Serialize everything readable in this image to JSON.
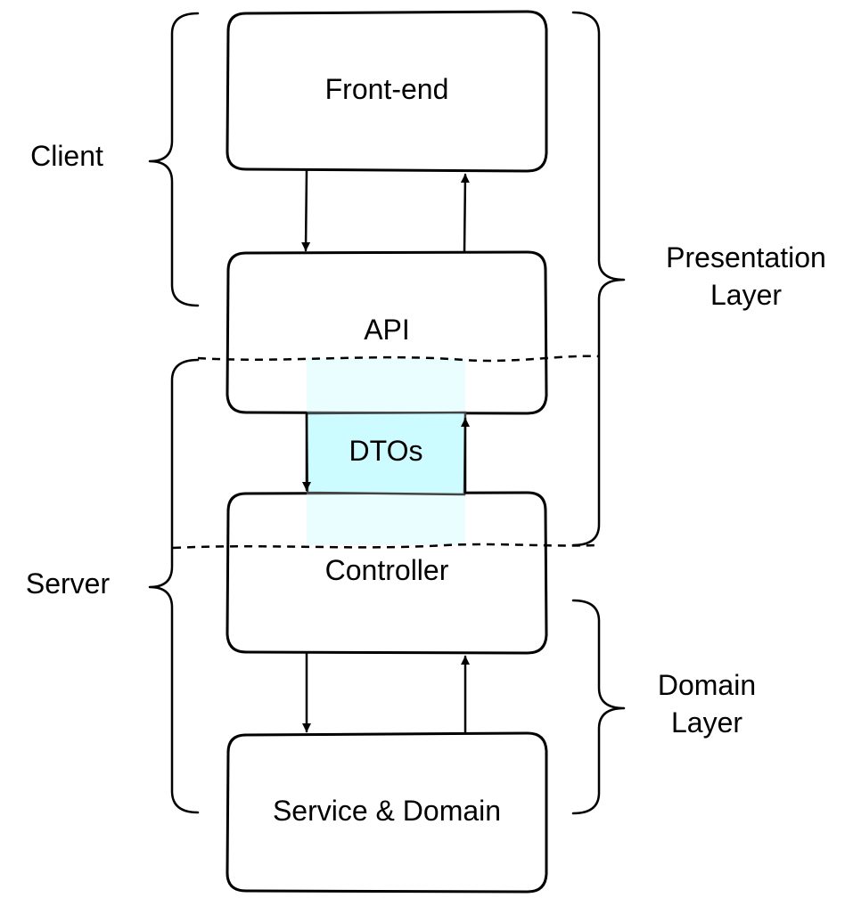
{
  "components": {
    "frontend": {
      "label": "Front-end"
    },
    "api": {
      "label": "API"
    },
    "dtos": {
      "label": "DTOs"
    },
    "controller": {
      "label": "Controller"
    },
    "service_domain": {
      "label": "Service & Domain"
    }
  },
  "tiers": {
    "client": {
      "label": "Client"
    },
    "server": {
      "label": "Server"
    }
  },
  "layers": {
    "presentation": {
      "line1": "Presentation",
      "line2": "Layer"
    },
    "domain": {
      "line1": "Domain",
      "line2": "Layer"
    }
  },
  "colors": {
    "dtos_fill": "#ccfcff",
    "dtos_highlight": "#eafeff",
    "stroke": "#000000"
  }
}
